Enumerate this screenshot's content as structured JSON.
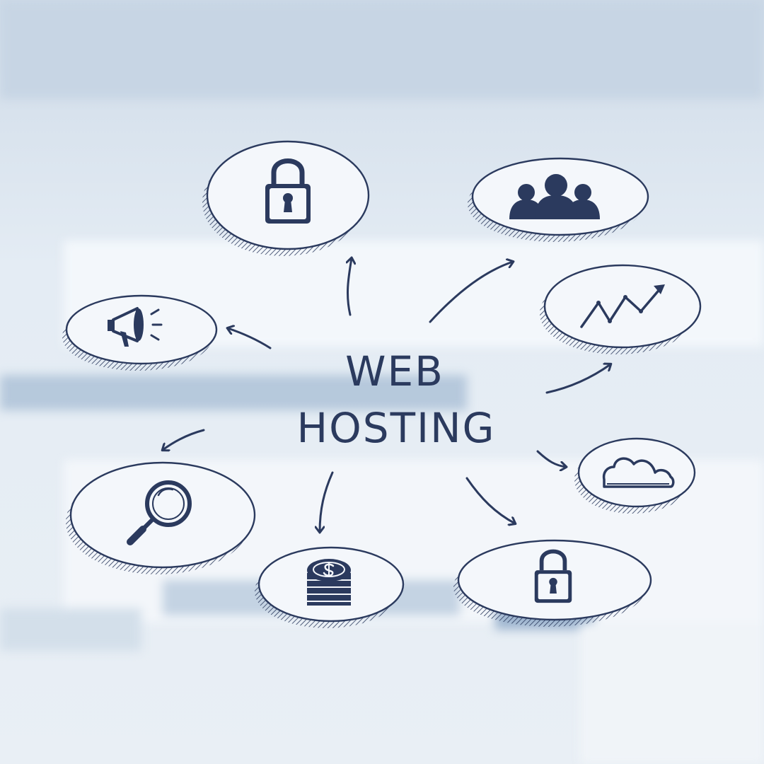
{
  "center": {
    "line1": "WEB",
    "line2": "HOSTING"
  },
  "nodes": [
    {
      "id": "security-top",
      "icon": "padlock-icon"
    },
    {
      "id": "users",
      "icon": "users-group-icon"
    },
    {
      "id": "marketing",
      "icon": "megaphone-icon"
    },
    {
      "id": "growth",
      "icon": "trend-chart-icon"
    },
    {
      "id": "search",
      "icon": "magnifier-icon"
    },
    {
      "id": "cloud",
      "icon": "cloud-icon"
    },
    {
      "id": "cost",
      "icon": "coin-stack-icon"
    },
    {
      "id": "security-bottom",
      "icon": "padlock-icon"
    }
  ],
  "colors": {
    "ink": "#2b3a5e",
    "bubble_fill": "#f4f7fb",
    "background": "#dfe8f1"
  }
}
